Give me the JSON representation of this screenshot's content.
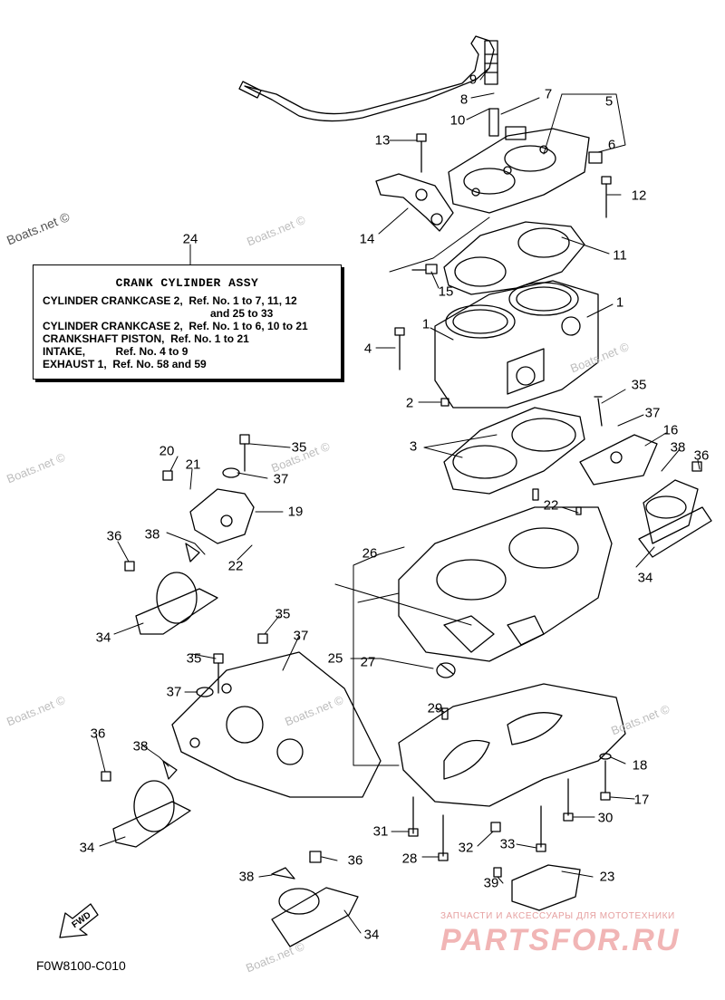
{
  "figure_code": "F0W8100-C010",
  "watermark": "Boats.net ©",
  "brand": {
    "tagline": "ЗАПЧАСТИ И АКСЕССУАРЫ ДЛЯ МОТОТЕХНИКИ",
    "name": "PARTSFOR.RU"
  },
  "fwd_label": "FWD",
  "legend": {
    "ref": "24",
    "title": "CRANK CYLINDER ASSY",
    "lines": [
      "CYLINDER CRANKCASE 2,  Ref. No. 1 to 7, 11, 12",
      "and 25 to 33",
      "CYLINDER CRANKCASE 2,  Ref. No. 1 to 6, 10 to 21",
      "CRANKSHAFT PISTON,  Ref. No. 1 to 21",
      "INTAKE,          Ref. No. 4 to 9",
      "EXHAUST 1,  Ref. No. 58 and 59"
    ]
  },
  "callouts": [
    "9",
    "8",
    "7",
    "5",
    "10",
    "6",
    "13",
    "12",
    "14",
    "11",
    "15",
    "1",
    "1",
    "4",
    "2",
    "35",
    "37",
    "3",
    "16",
    "38",
    "36",
    "20",
    "35",
    "21",
    "37",
    "19",
    "22",
    "36",
    "38",
    "22",
    "26",
    "34",
    "34",
    "35",
    "37",
    "35",
    "25",
    "27",
    "37",
    "36",
    "38",
    "29",
    "18",
    "17",
    "30",
    "34",
    "31",
    "32",
    "33",
    "28",
    "36",
    "38",
    "23",
    "39",
    "34",
    "24"
  ]
}
